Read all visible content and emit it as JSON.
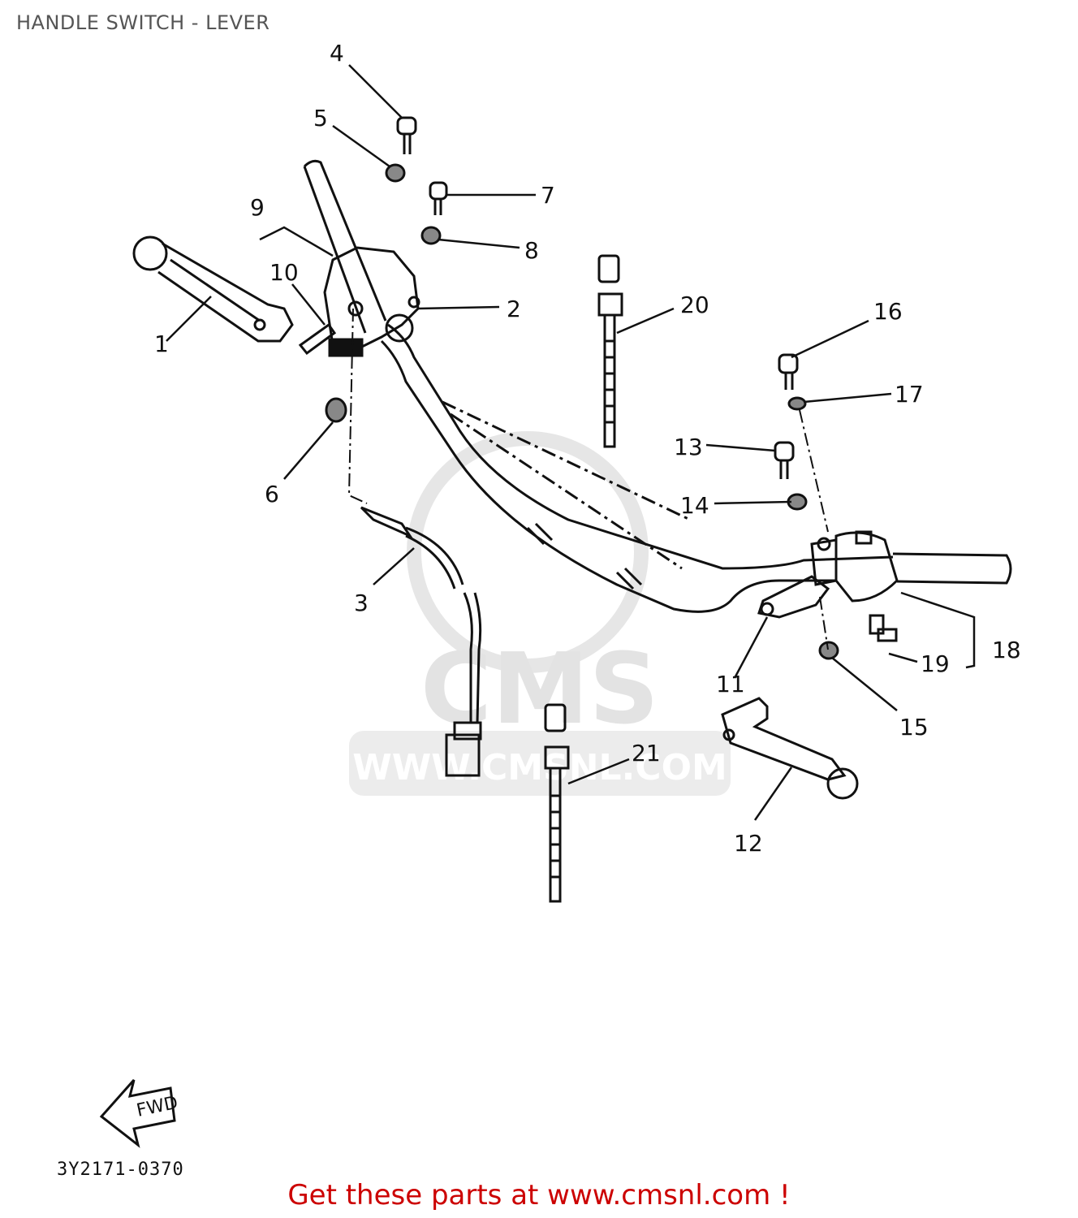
{
  "title": "HANDLE SWITCH - LEVER",
  "part_code": "3Y2171-0370",
  "footer_text": "Get these parts at www.cmsnl.com !",
  "watermark": {
    "logo": "CMS",
    "url": "WWW.CMSNL.COM"
  },
  "fwd_label": "FWD",
  "colors": {
    "footer": "#cc0000",
    "title": "#555555",
    "watermark": "#e2e2e2"
  },
  "callouts": [
    {
      "label": "1"
    },
    {
      "label": "2"
    },
    {
      "label": "3"
    },
    {
      "label": "4"
    },
    {
      "label": "5"
    },
    {
      "label": "6"
    },
    {
      "label": "7"
    },
    {
      "label": "8"
    },
    {
      "label": "9"
    },
    {
      "label": "10"
    },
    {
      "label": "11"
    },
    {
      "label": "12"
    },
    {
      "label": "13"
    },
    {
      "label": "14"
    },
    {
      "label": "15"
    },
    {
      "label": "16"
    },
    {
      "label": "17"
    },
    {
      "label": "18"
    },
    {
      "label": "19"
    },
    {
      "label": "20"
    },
    {
      "label": "21"
    }
  ]
}
